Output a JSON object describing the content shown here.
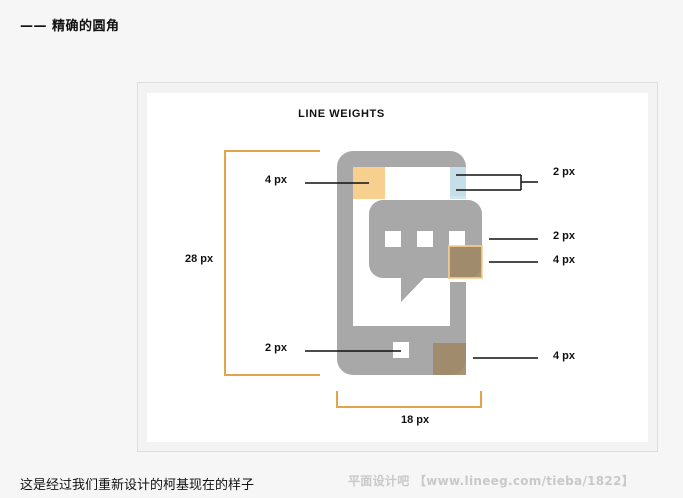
{
  "heading": "—— 精确的圆角",
  "figure": {
    "title": "LINE WEIGHTS",
    "labels": {
      "top_left": "4 px",
      "top_right": "2 px",
      "bubble_top": "2 px",
      "bubble_corner": "4 px",
      "bottom_left": "2 px",
      "bottom_right": "4 px",
      "height": "28 px",
      "width": "18 px"
    },
    "colors": {
      "phone": "#a8a8a8",
      "bracket": "#e4a54a",
      "highlight_orange": "#f7d08f",
      "highlight_blue": "#c7e4ee",
      "highlight_brown": "#9e8766"
    }
  },
  "caption": "这是经过我们重新设计的柯基现在的样子",
  "watermark": "平面设计吧 【www.lineeg.com/tieba/1822】"
}
